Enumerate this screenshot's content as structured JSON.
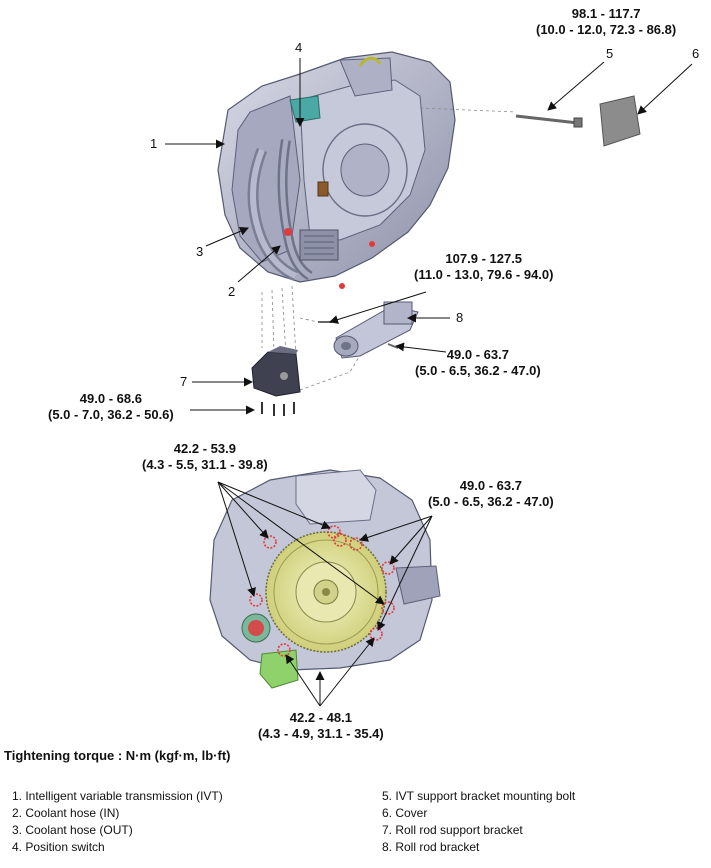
{
  "callouts": {
    "n1": "1",
    "n2": "2",
    "n3": "3",
    "n4": "4",
    "n5": "5",
    "n6": "6",
    "n7": "7",
    "n8": "8"
  },
  "torques": {
    "bolt5": {
      "line1": "98.1 - 117.7",
      "line2": "(10.0 - 12.0, 72.3 - 86.8)"
    },
    "rollrod_upper": {
      "line1": "107.9 - 127.5",
      "line2": "(11.0 - 13.0, 79.6 - 94.0)"
    },
    "rollrod_lower": {
      "line1": "49.0 - 63.7",
      "line2": "(5.0 - 6.5, 36.2 - 47.0)"
    },
    "support_bracket": {
      "line1": "49.0 - 68.6",
      "line2": "(5.0 - 7.0, 36.2 - 50.6)"
    },
    "housing_top_left": {
      "line1": "42.2 - 53.9",
      "line2": "(4.3 - 5.5, 31.1 - 39.8)"
    },
    "housing_right": {
      "line1": "49.0 - 63.7",
      "line2": "(5.0 - 6.5, 36.2 - 47.0)"
    },
    "housing_bottom": {
      "line1": "42.2 - 48.1",
      "line2": "(4.3 - 4.9, 31.1 - 35.4)"
    }
  },
  "subtitle": "Tightening torque : N·m (kgf·m, lb·ft)",
  "legend": {
    "left": [
      "1. Intelligent variable transmission (IVT)",
      "2. Coolant hose (IN)",
      "3. Coolant hose (OUT)",
      "4. Position switch"
    ],
    "right": [
      "5. IVT support bracket mounting bolt",
      "6. Cover",
      "7. Roll rod support bracket",
      "8. Roll rod bracket"
    ]
  },
  "colors": {
    "body": "#b9bcd0",
    "body_dark": "#7c7f96",
    "flywheel": "#e3e39a",
    "green_part": "#8fd16a",
    "red_mark": "#e23b3b",
    "cover": "#8c8c8c"
  }
}
